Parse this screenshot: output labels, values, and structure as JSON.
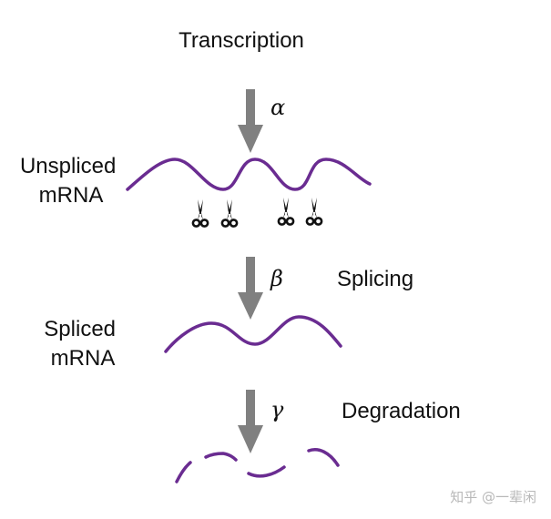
{
  "diagram": {
    "title": "Transcription",
    "stages": [
      {
        "id": "unspliced",
        "lines": [
          "Unspliced",
          "mRNA"
        ]
      },
      {
        "id": "spliced",
        "lines": [
          "Spliced",
          "mRNA"
        ]
      }
    ],
    "rates": [
      {
        "symbol": "α",
        "process": ""
      },
      {
        "symbol": "β",
        "process": "Splicing"
      },
      {
        "symbol": "γ",
        "process": "Degradation"
      }
    ],
    "scissors_icon": "scissors-icon",
    "scissors_count": 4
  },
  "colors": {
    "mrna": "#6a2c91",
    "arrow": "#808080",
    "text": "#111111"
  },
  "watermark": "知乎 @一辈闲"
}
